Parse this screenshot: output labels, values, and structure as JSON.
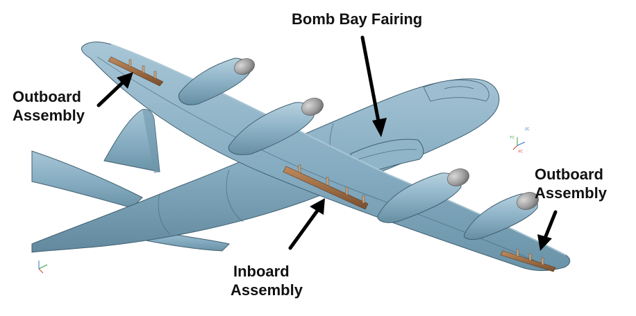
{
  "labels": {
    "bomb_bay": "Bomb Bay Fairing",
    "outboard_left": [
      "Outboard",
      "Assembly"
    ],
    "outboard_right": [
      "Outboard",
      "Assembly"
    ],
    "inboard": [
      "Inboard",
      "Assembly"
    ]
  },
  "triad_labels": {
    "yc": "YC",
    "zc": "ZC",
    "xc": "XC"
  },
  "colors": {
    "airframe": "#84aabf",
    "airframe_highlight": "#a9c8d8",
    "airframe_shadow": "#5f879c",
    "outline": "#3f5f70",
    "spinner": "#9a9a9a",
    "assembly": "#9c6b43",
    "arrow": "#000000"
  }
}
